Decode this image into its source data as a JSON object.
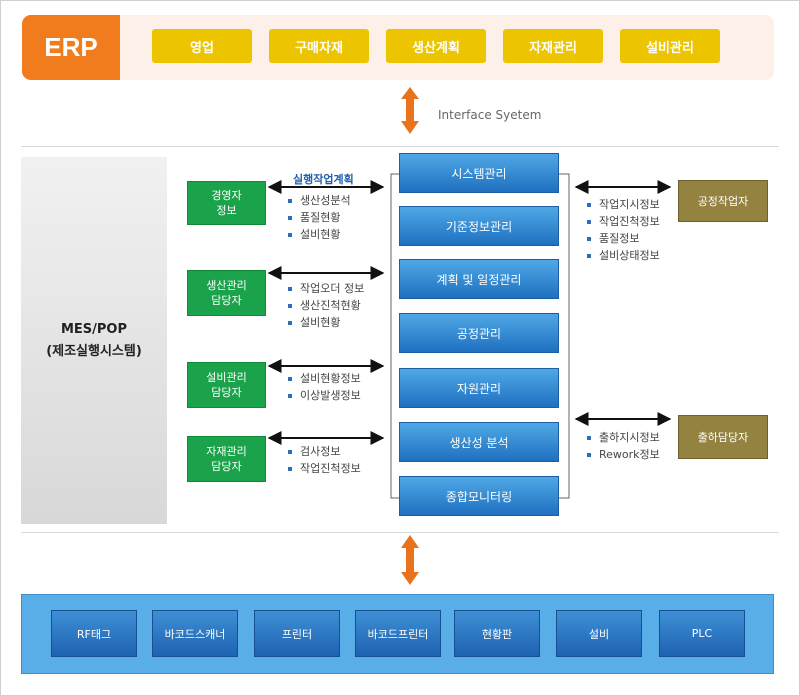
{
  "erp": {
    "title": "ERP",
    "modules": [
      "영업",
      "구매자재",
      "생산계획",
      "자재관리",
      "설비관리"
    ]
  },
  "interface_label": "Interface Syetem",
  "mes": {
    "title_line1": "MES/POP",
    "title_line2": "(제조실행시스템)",
    "flow_label": "실행작업계획",
    "roles": [
      {
        "label": "경영자\n정보",
        "items": [
          "생산성분석",
          "품질현황",
          "설비현황"
        ]
      },
      {
        "label": "생산관리\n담당자",
        "items": [
          "작업오더 정보",
          "생산진척현황",
          "설비현황"
        ]
      },
      {
        "label": "설비관리\n담당자",
        "items": [
          "설비현황정보",
          "이상발생정보"
        ]
      },
      {
        "label": "자재관리\n담당자",
        "items": [
          "검사정보",
          "작업진척정보"
        ]
      }
    ],
    "modules": [
      "시스템관리",
      "기준정보관리",
      "계획 및 일정관리",
      "공정관리",
      "자원관리",
      "생산성 분석",
      "종합모니터링"
    ],
    "right_roles": [
      {
        "label": "공정작업자",
        "items": [
          "작업지시정보",
          "작업진척정보",
          "품질정보",
          "설비상태정보"
        ]
      },
      {
        "label": "출하담당자",
        "items": [
          "출하지시정보",
          "Rework정보"
        ]
      }
    ]
  },
  "devices": [
    "RF태그",
    "바코드스캐너",
    "프린터",
    "바코드프린터",
    "현황판",
    "설비",
    "PLC"
  ],
  "colors": {
    "erp_accent": "#f07c1e",
    "erp_module": "#ecc400",
    "role_green": "#1aa34a",
    "mes_module_blue": "#1f70c0",
    "right_role_olive": "#948240",
    "device_band": "#5aaee8",
    "connector_orange": "#e8731a"
  }
}
